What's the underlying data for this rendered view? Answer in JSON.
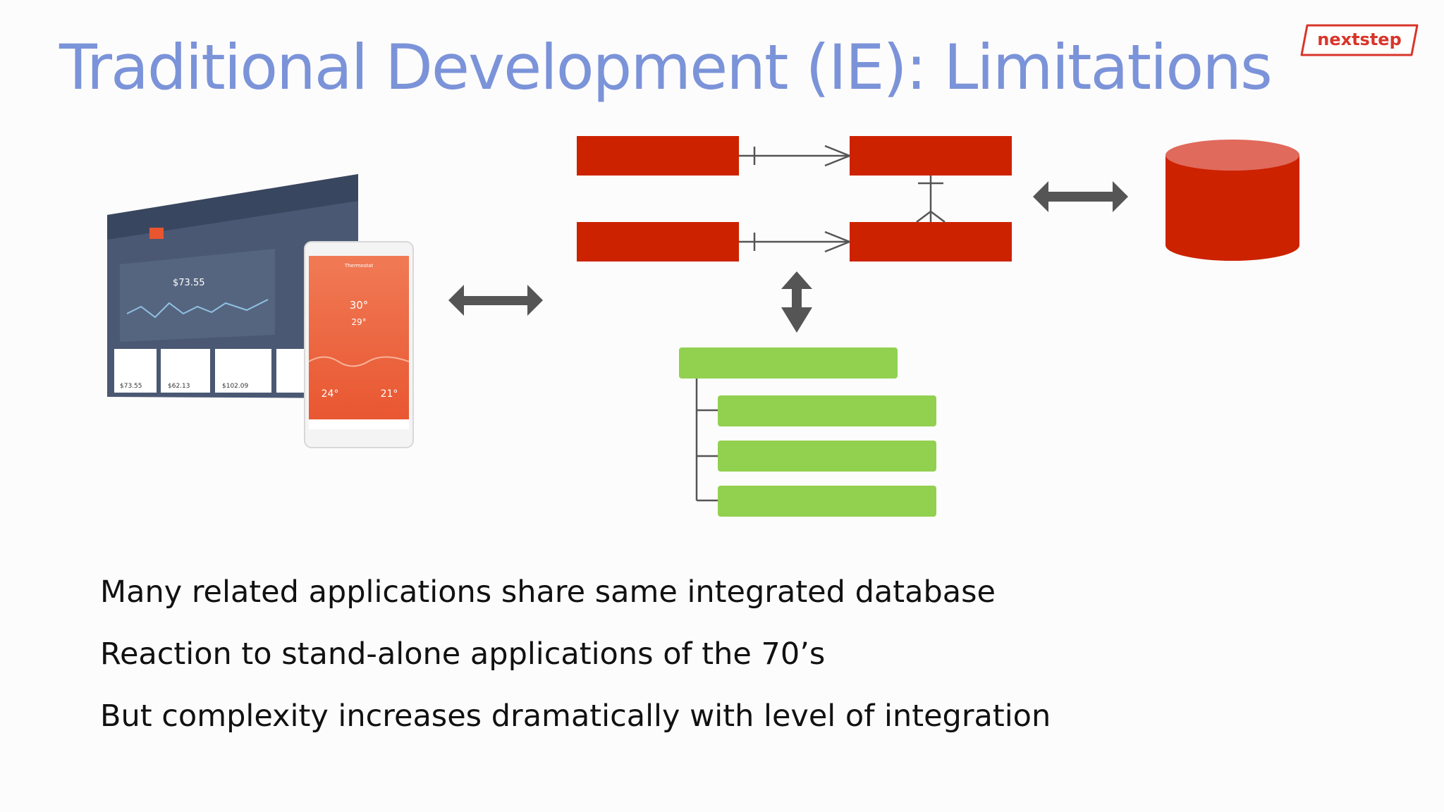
{
  "slide": {
    "title": "Traditional Development (IE): Limitations",
    "logo_text": "nextstep",
    "bullets": [
      "Many related applications share same integrated database",
      "Reaction to stand-alone applications of the 70’s",
      "But complexity increases dramatically with level of integration"
    ]
  },
  "mockup": {
    "dashboard_amount": "$73.55",
    "phone_title": "Thermostat",
    "phone_temp_main": "30°",
    "phone_temp_sub": "29°",
    "phone_inside": "24°",
    "phone_outside": "21°"
  },
  "colors": {
    "title": "#7b93d8",
    "entity_red": "#cc2200",
    "tree_green": "#92d050",
    "arrow_gray": "#555555",
    "logo_red": "#d9352a"
  }
}
